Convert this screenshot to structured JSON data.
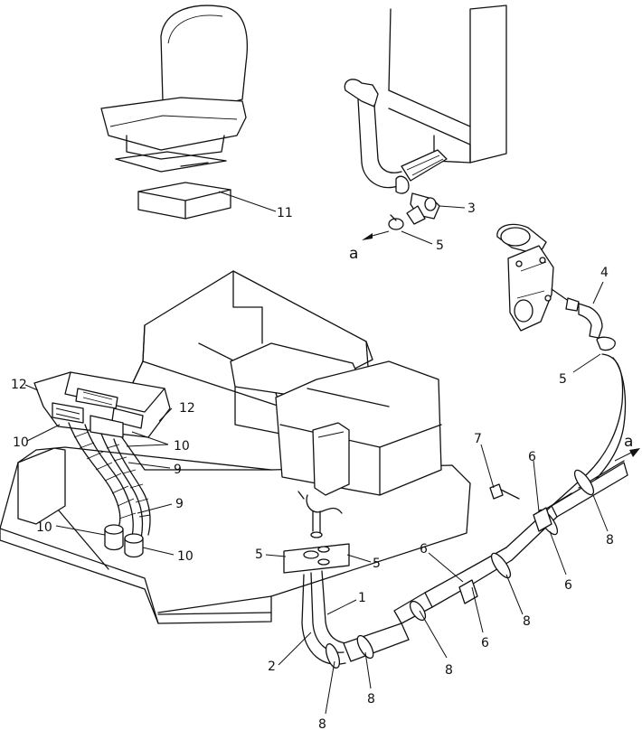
{
  "diagram": {
    "callouts": [
      "1",
      "2",
      "3",
      "4",
      "5",
      "6",
      "7",
      "8",
      "9",
      "10",
      "11",
      "12"
    ],
    "direction_marker": "a"
  }
}
